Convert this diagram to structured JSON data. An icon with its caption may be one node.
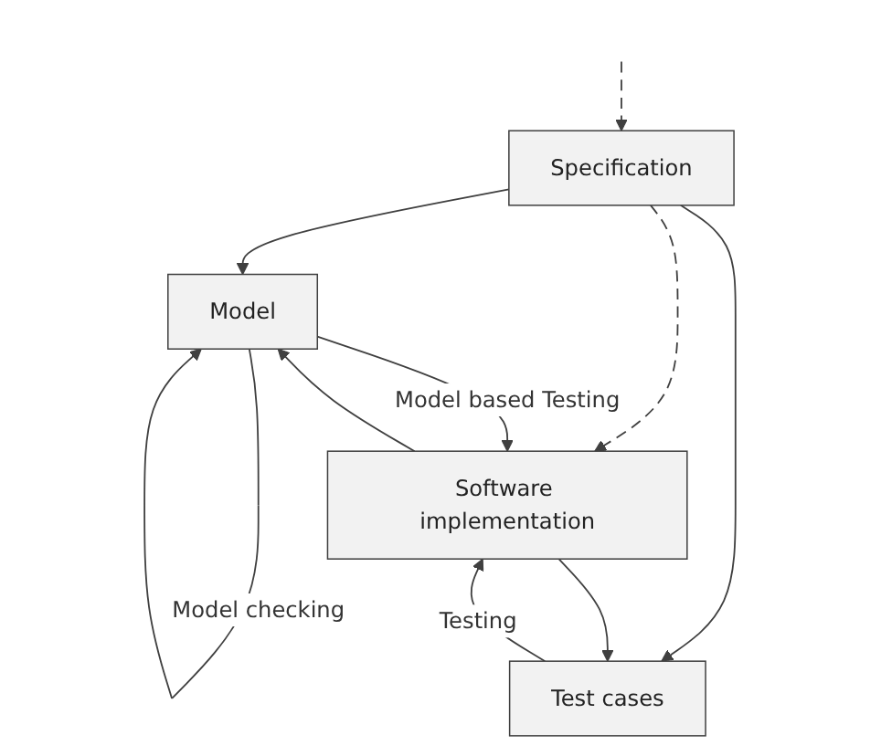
{
  "diagram": {
    "nodes": [
      {
        "text": [
          "Specification"
        ]
      },
      {
        "text": [
          "Model"
        ]
      },
      {
        "text": [
          "Test cases"
        ]
      },
      {
        "text": [
          "Software implementation"
        ]
      }
    ],
    "edges": [
      {
        "from": null,
        "to": 0,
        "arrow": "to",
        "style": "dashed"
      },
      {
        "from": 0,
        "to": 1,
        "arrow": "to"
      },
      {
        "from": 1,
        "to": 1,
        "arrow": "to",
        "label": "Model checking"
      },
      {
        "from": 0,
        "to": 2,
        "arrow": "to"
      },
      {
        "from": 0,
        "to": 3,
        "arrow": "to",
        "style": "dashed"
      },
      {
        "from": 1,
        "to": 3,
        "arrow": "to",
        "label": "Model based Testing"
      },
      {
        "from": 3,
        "to": 1,
        "arrow": "to"
      },
      {
        "from": 2,
        "to": 3,
        "arrow": "to",
        "label": "Testing"
      },
      {
        "from": 3,
        "to": 2,
        "arrow": "to"
      }
    ]
  }
}
